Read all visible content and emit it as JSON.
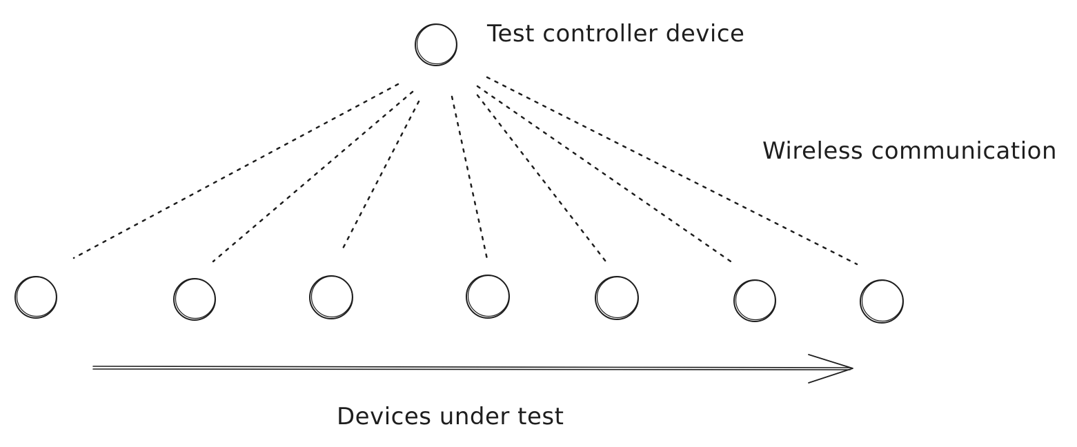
{
  "labels": {
    "controller": "Test controller device",
    "wireless": "Wireless communication",
    "devices": "Devices under test"
  },
  "controller": {
    "name": "test-controller-device"
  },
  "devices_under_test": {
    "count": 7
  },
  "colors": {
    "stroke": "#1e1e1e",
    "background": "#ffffff"
  }
}
